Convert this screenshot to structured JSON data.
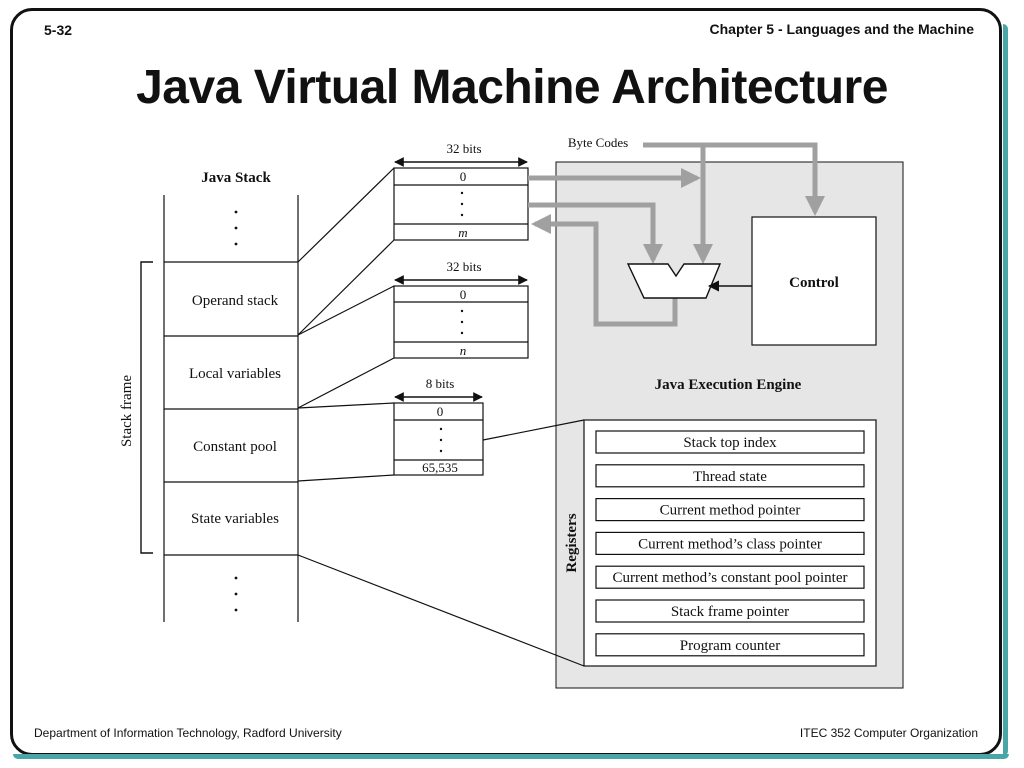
{
  "header": {
    "slide_number": "5-32",
    "chapter_title": "Chapter 5 - Languages and the Machine"
  },
  "title": "Java Virtual Machine Architecture",
  "footer": {
    "left": "Department of Information Technology, Radford University",
    "right": "ITEC 352 Computer Organization"
  },
  "diagram": {
    "java_stack": {
      "title": "Java Stack",
      "frame_label": "Stack frame",
      "sections": [
        "Operand stack",
        "Local variables",
        "Constant pool",
        "State variables"
      ]
    },
    "operand_stack_box": {
      "width_label": "32 bits",
      "top_index": "0",
      "bottom_index": "m"
    },
    "local_variables_box": {
      "width_label": "32 bits",
      "top_index": "0",
      "bottom_index": "n"
    },
    "constant_pool_box": {
      "width_label": "8 bits",
      "top_index": "0",
      "bottom_index": "65,535"
    },
    "byte_codes_label": "Byte Codes",
    "engine": {
      "title": "Java Execution Engine",
      "control_label": "Control",
      "registers_label": "Registers",
      "registers": [
        "Stack top index",
        "Thread state",
        "Current method pointer",
        "Current method’s class pointer",
        "Current method’s constant pool pointer",
        "Stack frame pointer",
        "Program counter"
      ]
    },
    "colors": {
      "engine_background": "#e6e6e6",
      "arrow_gray": "#a0a0a0"
    }
  }
}
